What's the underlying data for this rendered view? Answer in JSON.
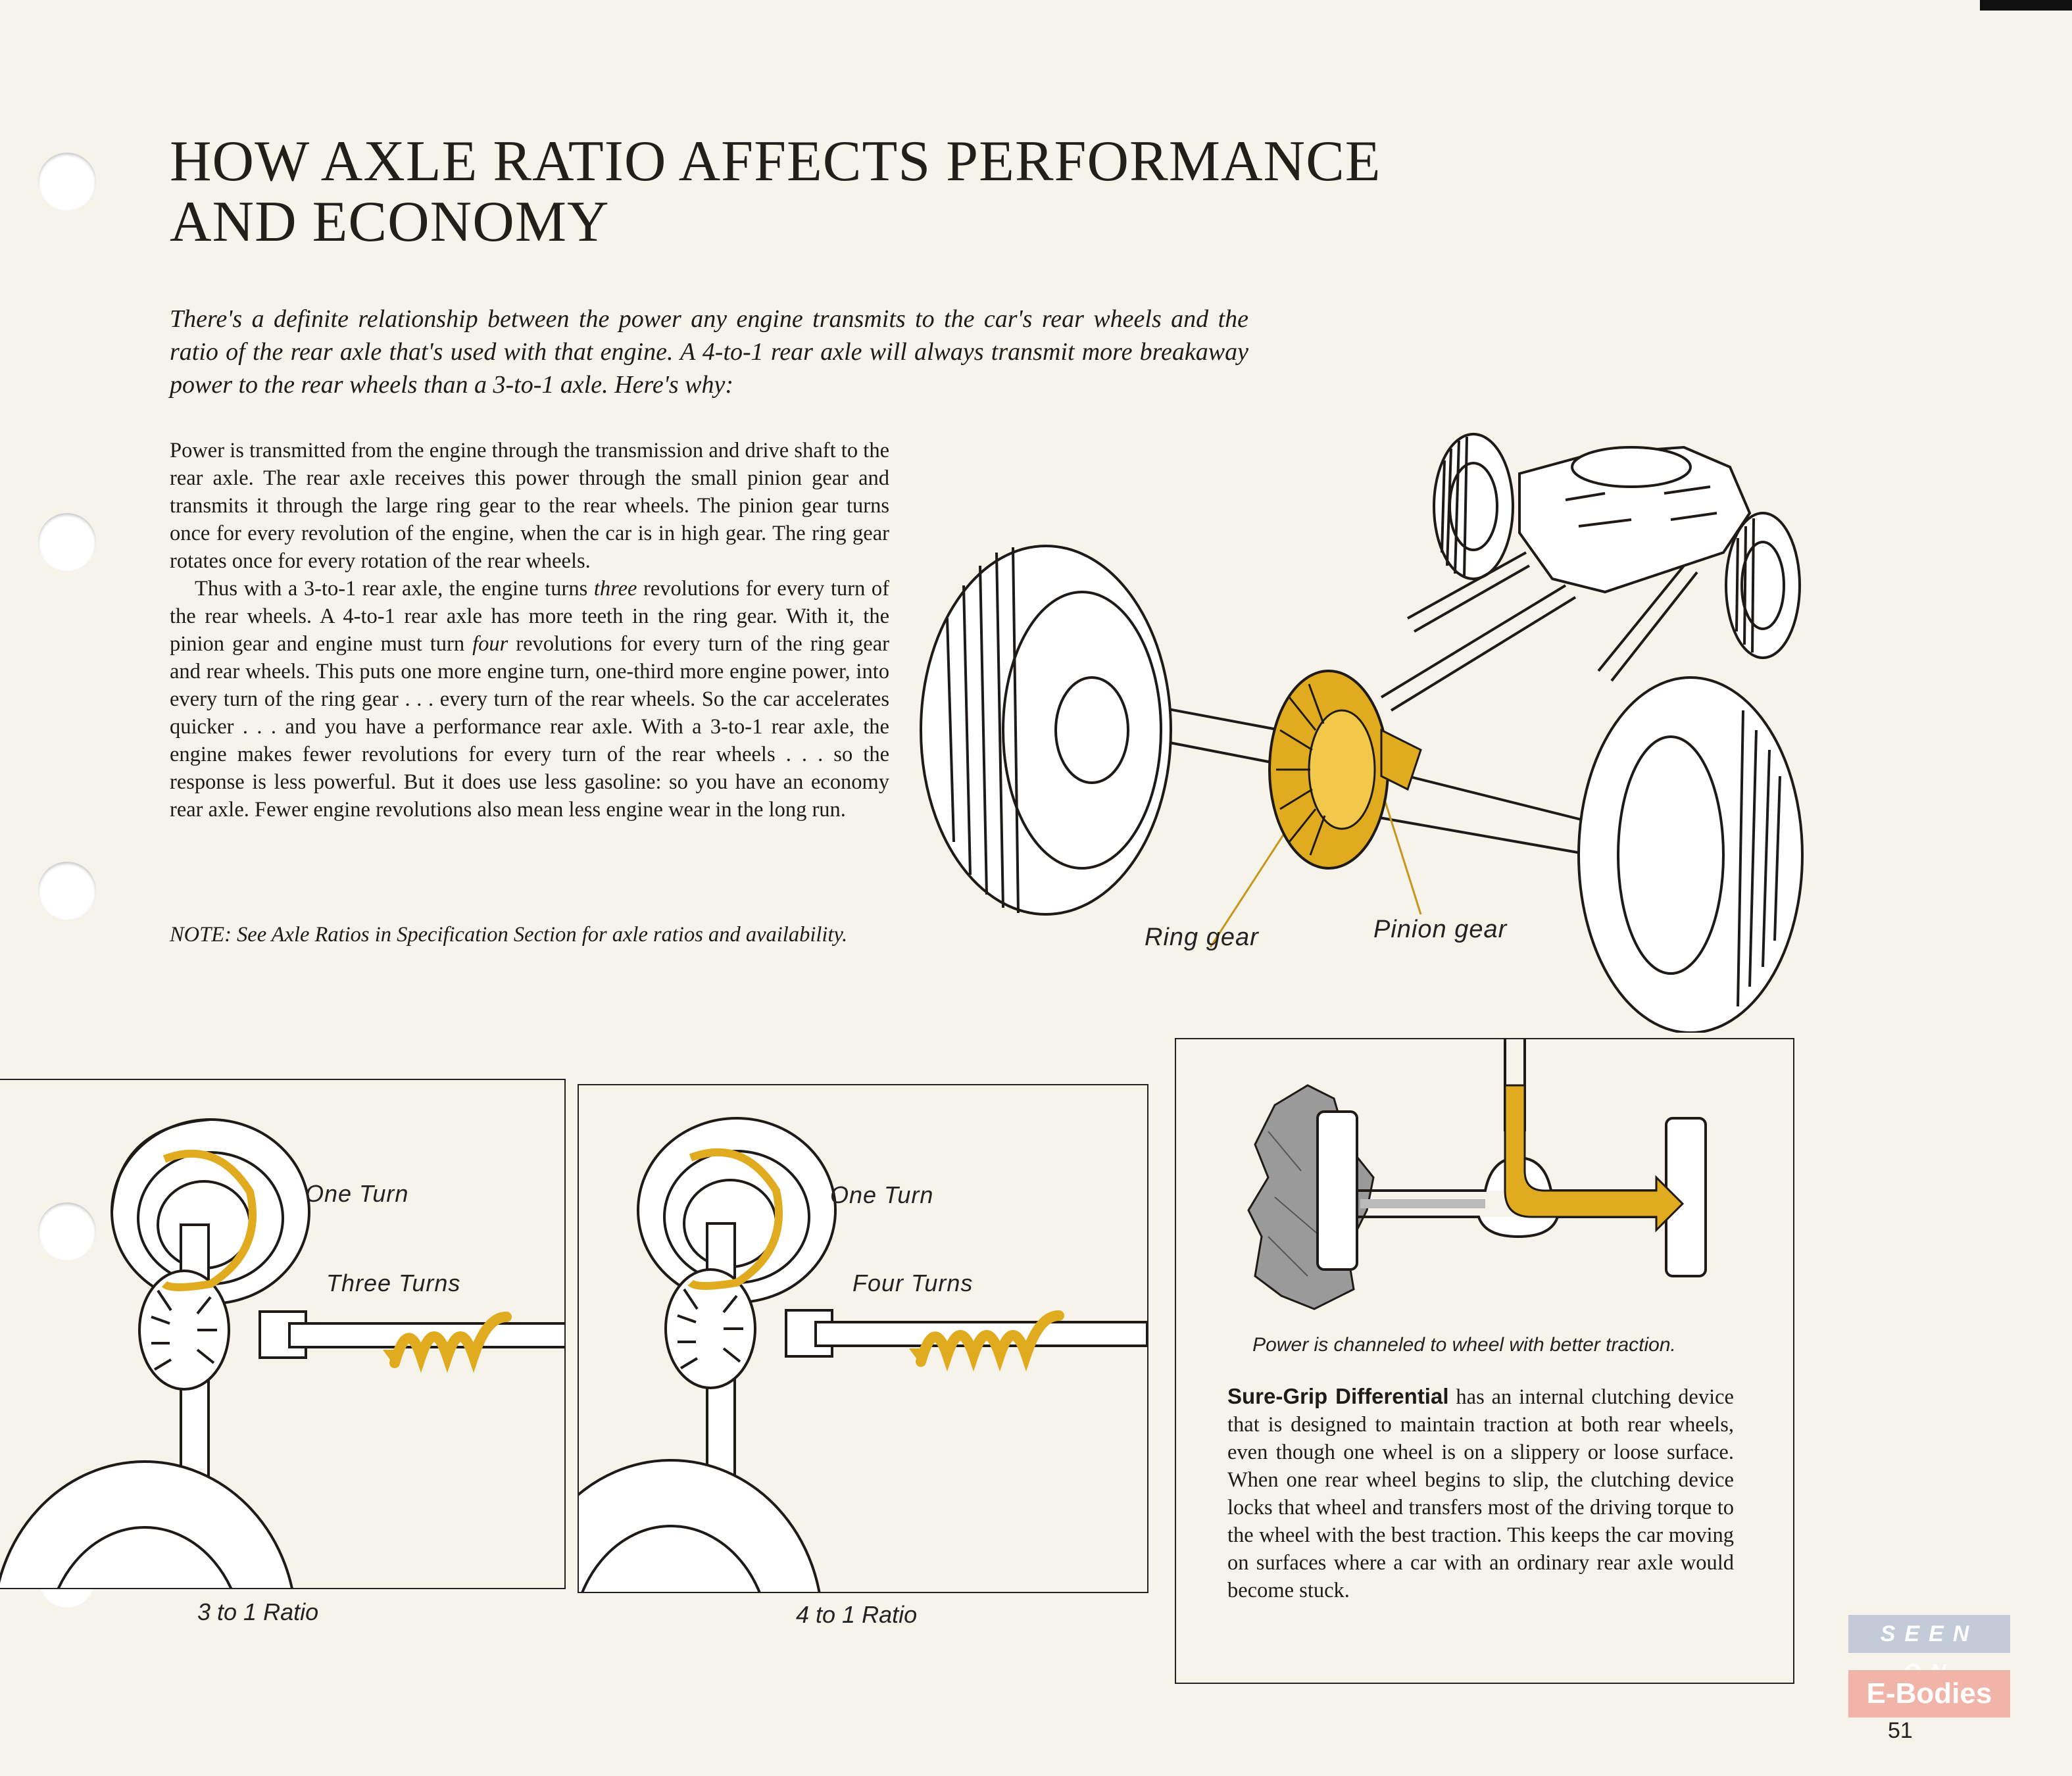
{
  "page": {
    "title_line1": "HOW AXLE RATIO AFFECTS PERFORMANCE",
    "title_line2": "AND ECONOMY",
    "intro": "There's a definite relationship between the power any engine transmits to the car's rear wheels and the ratio of the rear axle that's used with that engine. A 4-to-1 rear axle will always transmit more breakaway power to the rear wheels than a 3-to-1 axle. Here's why:",
    "body_p1": "Power is transmitted from the engine through the transmission and drive shaft to the rear axle. The rear axle receives this power through the small pinion gear and transmits it through the large ring gear to the rear wheels. The pinion gear turns once for every revolution of the engine, when the car is in high gear. The ring gear rotates once for every rotation of the rear wheels.",
    "body_p2_a": "Thus with a 3-to-1 rear axle, the engine turns ",
    "body_p2_em1": "three",
    "body_p2_b": " revolutions for every turn of the rear wheels. A 4-to-1 rear axle has more teeth in the ring gear. With it, the pinion gear and engine must turn ",
    "body_p2_em2": "four",
    "body_p2_c": " revolutions for every turn of the ring gear and rear wheels. This puts one more engine turn, one-third more engine power, into every turn of the ring gear . . . every turn of the rear wheels. So the car accelerates quicker . . . and you have a performance rear axle. With a 3-to-1 rear axle, the engine makes fewer revolutions for every turn of the rear wheels . . . so the response is less powerful. But it does use less gasoline: so you have an economy rear axle. Fewer engine revolutions also mean less engine wear in the long run.",
    "note": "NOTE: See Axle Ratios in Specification Section for axle ratios and availability.",
    "page_number": "51"
  },
  "drivetrain": {
    "ring_gear_label": "Ring gear",
    "pinion_gear_label": "Pinion gear"
  },
  "ratio_3": {
    "one_turn": "One Turn",
    "turns": "Three Turns",
    "caption": "3 to 1 Ratio"
  },
  "ratio_4": {
    "one_turn": "One Turn",
    "turns": "Four Turns",
    "caption": "4 to 1 Ratio"
  },
  "sure_grip": {
    "caption": "Power is channeled to wheel with better traction.",
    "heading": "Sure-Grip Differential",
    "text": " has an internal clutching device that is designed to maintain traction at both rear wheels, even though one wheel is on a slippery or loose surface. When one rear wheel begins to slip, the clutching device locks that wheel and transfers most of the driving torque to the wheel with the best traction. This keeps the car moving on surfaces where a car with an ordinary rear axle would become stuck."
  },
  "badge": {
    "top": "SEEN ON",
    "bottom": "E-Bodies"
  },
  "colors": {
    "gear_yellow": "#e0ab1f",
    "paper": "#f6f3ea",
    "ink": "#1d1a17"
  }
}
